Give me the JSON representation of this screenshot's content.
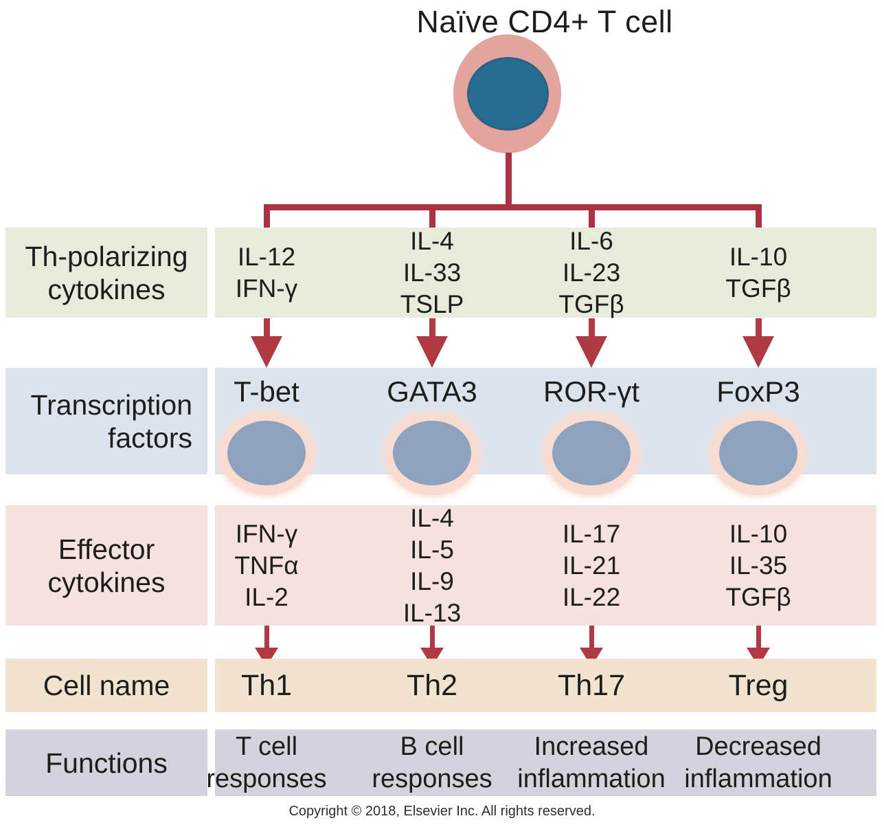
{
  "title": "Naïve CD4+ T cell",
  "copyright": "Copyright © 2018, Elsevier Inc. All rights reserved.",
  "colors": {
    "band_polarizing_green": "#e7ecda",
    "band_transcription_blue": "#dbe4ed",
    "band_effector_pink": "#f5e1de",
    "band_cellname_tan": "#f1e3ce",
    "band_functions_gray": "#d1d4dc",
    "arrow_red": "#b03a44",
    "tree_line_red": "#ab3243",
    "naive_cell_membrane": "#e3a49d",
    "naive_cell_nucleus": "#266d92",
    "tf_cell_halo": "#f8dcd2",
    "tf_cell_fill": "#8da2bd",
    "text": "#1d1d1b"
  },
  "rows": {
    "polarizing": {
      "label": [
        "Th-polarizing",
        "cytokines"
      ],
      "columns": [
        [
          "IL-12",
          "IFN-γ"
        ],
        [
          "IL-4",
          "IL-33",
          "TSLP"
        ],
        [
          "IL-6",
          "IL-23",
          "TGFβ"
        ],
        [
          "IL-10",
          "TGFβ"
        ]
      ]
    },
    "transcription": {
      "label": [
        "Transcription",
        "factors"
      ],
      "factors": [
        "T-bet",
        "GATA3",
        "ROR-γt",
        "FoxP3"
      ]
    },
    "effector": {
      "label": [
        "Effector",
        "cytokines"
      ],
      "columns": [
        [
          "IFN-γ",
          "TNFα",
          "IL-2"
        ],
        [
          "IL-4",
          "IL-5",
          "IL-9",
          "IL-13"
        ],
        [
          "IL-17",
          "IL-21",
          "IL-22"
        ],
        [
          "IL-10",
          "IL-35",
          "TGFβ"
        ]
      ]
    },
    "cellname": {
      "label": [
        "Cell name"
      ],
      "names": [
        "Th1",
        "Th2",
        "Th17",
        "Treg"
      ]
    },
    "functions": {
      "label": [
        "Functions"
      ],
      "columns": [
        [
          "T cell",
          "responses"
        ],
        [
          "B cell",
          "responses"
        ],
        [
          "Increased",
          "inflammation"
        ],
        [
          "Decreased",
          "inflammation"
        ]
      ]
    }
  }
}
